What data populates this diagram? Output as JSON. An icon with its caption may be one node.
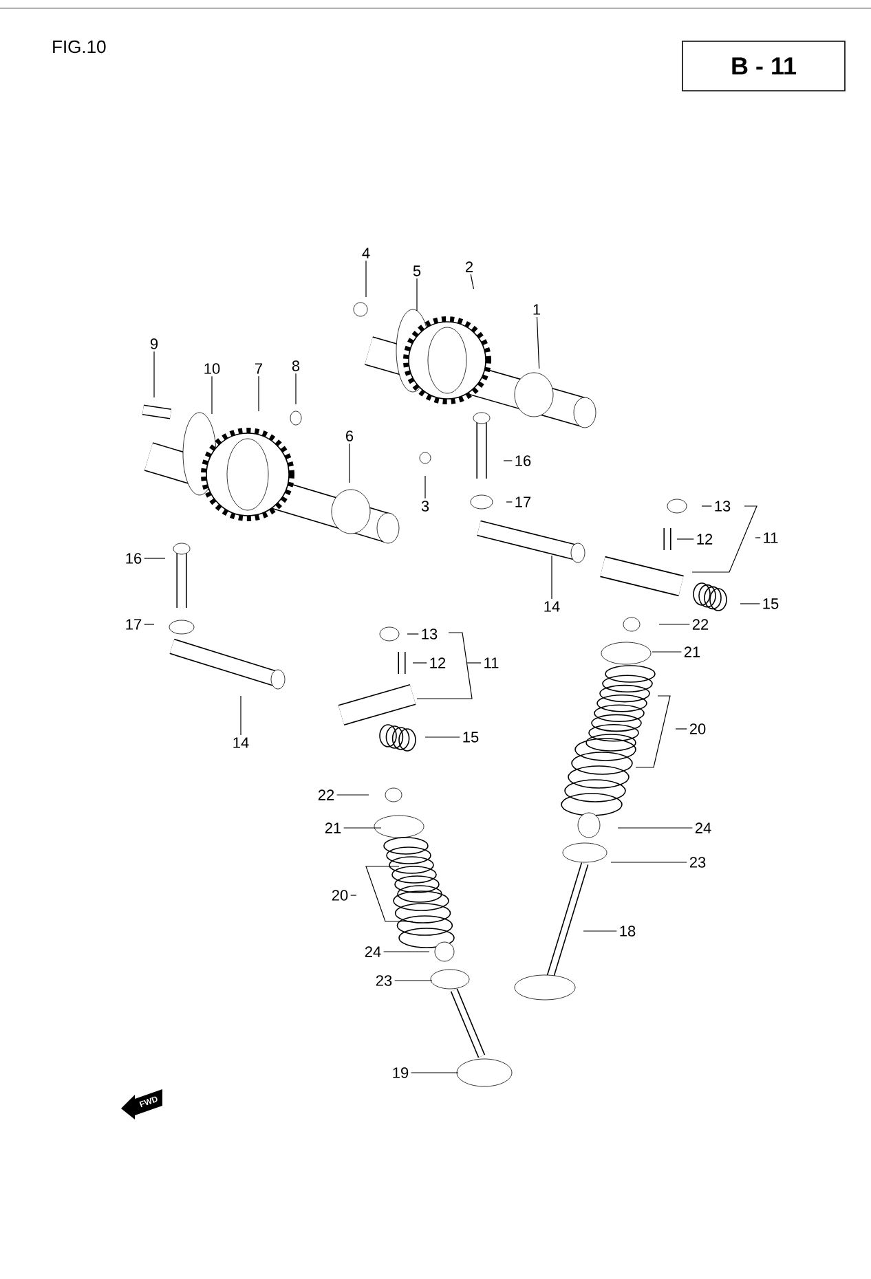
{
  "diagram": {
    "title": "FIG.10",
    "nodes": [
      {
        "text": [
          "B - 11"
        ]
      },
      {
        "text": [
          "4"
        ]
      },
      {
        "text": [
          "2"
        ]
      },
      {
        "text": [
          "5"
        ]
      },
      {
        "text": [
          "1"
        ]
      },
      {
        "text": [
          "9"
        ]
      },
      {
        "text": [
          "10"
        ]
      },
      {
        "text": [
          "7"
        ]
      },
      {
        "text": [
          "8"
        ]
      },
      {
        "text": [
          "6"
        ]
      },
      {
        "text": [
          "16"
        ]
      },
      {
        "text": [
          "17"
        ]
      },
      {
        "text": [
          "3"
        ]
      },
      {
        "text": [
          "13"
        ]
      },
      {
        "text": [
          "11"
        ]
      },
      {
        "text": [
          "12"
        ]
      },
      {
        "text": [
          "16"
        ]
      },
      {
        "text": [
          "15"
        ]
      },
      {
        "text": [
          "14"
        ]
      },
      {
        "text": [
          "17"
        ]
      },
      {
        "text": [
          "22"
        ]
      },
      {
        "text": [
          "13"
        ]
      },
      {
        "text": [
          "21"
        ]
      },
      {
        "text": [
          "11"
        ]
      },
      {
        "text": [
          "12"
        ]
      },
      {
        "text": [
          "20"
        ]
      },
      {
        "text": [
          "15"
        ]
      },
      {
        "text": [
          "14"
        ]
      },
      {
        "text": [
          "22"
        ]
      },
      {
        "text": [
          "24"
        ]
      },
      {
        "text": [
          "21"
        ]
      },
      {
        "text": [
          "23"
        ]
      },
      {
        "text": [
          "20"
        ]
      },
      {
        "text": [
          "18"
        ]
      },
      {
        "text": [
          "24"
        ]
      },
      {
        "text": [
          "23"
        ]
      },
      {
        "text": [
          "19"
        ]
      }
    ],
    "edges": [
      {
        "from": 1,
        "to": null,
        "arrow": "none"
      },
      {
        "from": 2,
        "to": null,
        "arrow": "none"
      },
      {
        "from": 3,
        "to": null,
        "arrow": "none"
      },
      {
        "from": 4,
        "to": null,
        "arrow": "none"
      },
      {
        "from": 5,
        "to": null,
        "arrow": "none"
      },
      {
        "from": 6,
        "to": null,
        "arrow": "none"
      },
      {
        "from": 7,
        "to": null,
        "arrow": "none"
      },
      {
        "from": 8,
        "to": null,
        "arrow": "none"
      },
      {
        "from": 9,
        "to": null,
        "arrow": "none"
      },
      {
        "from": 10,
        "to": null,
        "arrow": "none"
      },
      {
        "from": 11,
        "to": null,
        "arrow": "none"
      },
      {
        "from": 12,
        "to": null,
        "arrow": "none"
      },
      {
        "from": 13,
        "to": null,
        "arrow": "none"
      },
      {
        "from": 14,
        "to": null,
        "arrow": "none"
      },
      {
        "from": 15,
        "to": null,
        "arrow": "none"
      },
      {
        "from": 16,
        "to": null,
        "arrow": "none"
      },
      {
        "from": 17,
        "to": null,
        "arrow": "none"
      },
      {
        "from": 18,
        "to": null,
        "arrow": "none"
      },
      {
        "from": 19,
        "to": null,
        "arrow": "none"
      },
      {
        "from": 20,
        "to": null,
        "arrow": "none"
      },
      {
        "from": 21,
        "to": null,
        "arrow": "none"
      },
      {
        "from": 22,
        "to": null,
        "arrow": "none"
      },
      {
        "from": 23,
        "to": null,
        "arrow": "none"
      },
      {
        "from": 24,
        "to": null,
        "arrow": "none"
      },
      {
        "from": 25,
        "to": null,
        "arrow": "none"
      },
      {
        "from": 26,
        "to": null,
        "arrow": "none"
      },
      {
        "from": 27,
        "to": null,
        "arrow": "none"
      },
      {
        "from": 28,
        "to": null,
        "arrow": "none"
      },
      {
        "from": 29,
        "to": null,
        "arrow": "none"
      },
      {
        "from": 30,
        "to": null,
        "arrow": "none"
      },
      {
        "from": 31,
        "to": null,
        "arrow": "none"
      },
      {
        "from": 32,
        "to": null,
        "arrow": "none"
      },
      {
        "from": 33,
        "to": null,
        "arrow": "none"
      },
      {
        "from": 34,
        "to": null,
        "arrow": "none"
      },
      {
        "from": 35,
        "to": null,
        "arrow": "none"
      },
      {
        "from": 36,
        "to": null,
        "arrow": "none"
      }
    ],
    "labels": [
      "FWD"
    ]
  }
}
